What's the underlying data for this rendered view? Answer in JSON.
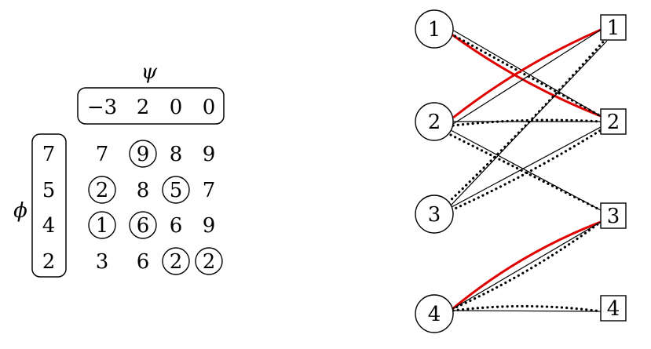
{
  "matrix": {
    "psi_label": "ψ",
    "phi_label": "ϕ",
    "psi": [
      "−3",
      "2",
      "0",
      "0"
    ],
    "phi": [
      "7",
      "5",
      "4",
      "2"
    ],
    "cells": [
      [
        "7",
        "9",
        "8",
        "9"
      ],
      [
        "2",
        "8",
        "5",
        "7"
      ],
      [
        "1",
        "6",
        "6",
        "9"
      ],
      [
        "3",
        "6",
        "2",
        "2"
      ]
    ],
    "circled": [
      [
        0,
        1
      ],
      [
        1,
        0
      ],
      [
        1,
        2
      ],
      [
        2,
        0
      ],
      [
        2,
        1
      ],
      [
        3,
        2
      ],
      [
        3,
        3
      ]
    ]
  },
  "graph": {
    "left_nodes": [
      "1",
      "2",
      "3",
      "4"
    ],
    "right_nodes": [
      "1",
      "2",
      "3",
      "4"
    ],
    "colors": {
      "red": "#e00000",
      "black": "#000000"
    },
    "edges": [
      {
        "from": 0,
        "to": 1,
        "style": "red"
      },
      {
        "from": 0,
        "to": 1,
        "style": "dotted"
      },
      {
        "from": 0,
        "to": 1,
        "style": "solid"
      },
      {
        "from": 1,
        "to": 0,
        "style": "red"
      },
      {
        "from": 1,
        "to": 0,
        "style": "solid"
      },
      {
        "from": 1,
        "to": 1,
        "style": "solid"
      },
      {
        "from": 1,
        "to": 1,
        "style": "dotted"
      },
      {
        "from": 1,
        "to": 2,
        "style": "solid"
      },
      {
        "from": 1,
        "to": 2,
        "style": "dotted"
      },
      {
        "from": 2,
        "to": 0,
        "style": "solid"
      },
      {
        "from": 2,
        "to": 0,
        "style": "dotted"
      },
      {
        "from": 2,
        "to": 1,
        "style": "solid"
      },
      {
        "from": 2,
        "to": 1,
        "style": "dotted"
      },
      {
        "from": 3,
        "to": 2,
        "style": "red"
      },
      {
        "from": 3,
        "to": 2,
        "style": "dotted"
      },
      {
        "from": 3,
        "to": 2,
        "style": "solid"
      },
      {
        "from": 3,
        "to": 3,
        "style": "dotted"
      },
      {
        "from": 3,
        "to": 3,
        "style": "solid"
      }
    ]
  }
}
